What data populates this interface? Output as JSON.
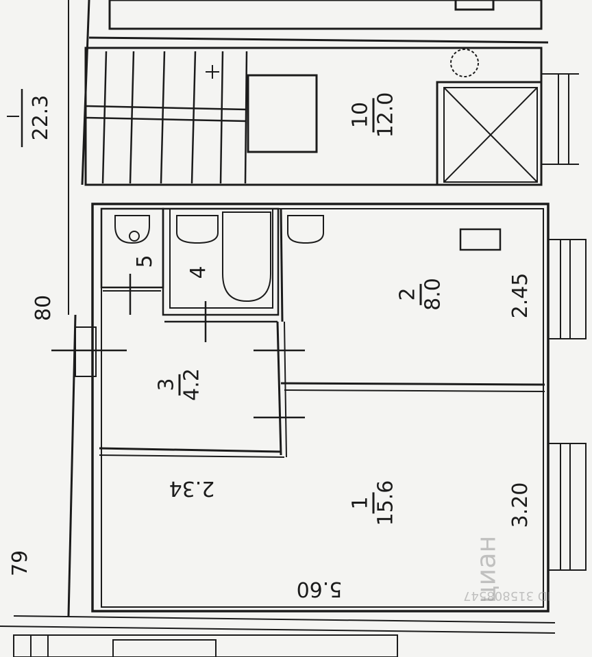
{
  "rooms": [
    {
      "id": "1",
      "number": "1",
      "area": "15.6"
    },
    {
      "id": "2",
      "number": "2",
      "area": "8.0"
    },
    {
      "id": "3",
      "number": "3",
      "area": "4.2"
    },
    {
      "id": "4",
      "number": "4",
      "area": ""
    },
    {
      "id": "5",
      "number": "5",
      "area": ""
    },
    {
      "id": "10",
      "number": "10",
      "area": "12.0"
    }
  ],
  "dimensions": {
    "width_bottom": "5.60",
    "height_room1": "3.20",
    "height_room2": "2.45",
    "width_hall": "2.34",
    "wall_80": "80",
    "wall_79": "79",
    "outer_area": "22.3"
  },
  "watermark": {
    "brand": "циан",
    "id_text": "ID 315808547"
  },
  "colors": {
    "line": "#1b1b1b",
    "paper": "#f4f4f2",
    "watermark": "#9a9a9a"
  }
}
